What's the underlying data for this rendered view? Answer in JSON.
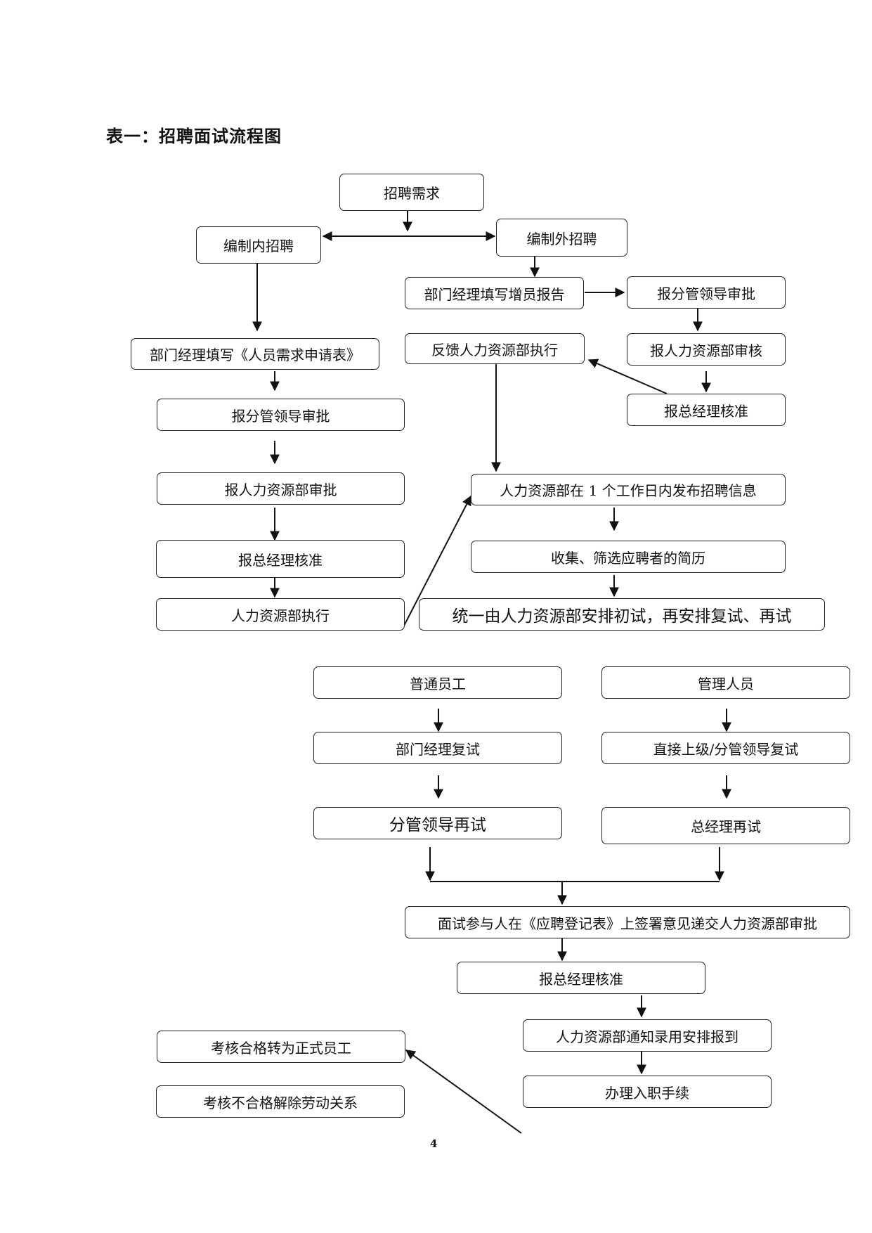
{
  "title": "表一：招聘面试流程图",
  "nodes": {
    "demand": "招聘需求",
    "internal": "编制内招聘",
    "external": "编制外招聘",
    "ext_report": "部门经理填写增员报告",
    "ext_leader": "报分管领导审批",
    "ext_hr": "报人力资源部审核",
    "ext_gm": "报总经理核准",
    "ext_feedback": "反馈人力资源部执行",
    "int_form": "部门经理填写《人员需求申请表》",
    "int_leader": "报分管领导审批",
    "int_hr": "报人力资源部审批",
    "int_gm": "报总经理核准",
    "int_exec": "人力资源部执行",
    "publish": "人力资源部在 1 个工作日内发布招聘信息",
    "collect": "收集、筛选应聘者的简历",
    "first_interview": "统一由人力资源部安排初试，再安排复试、再试",
    "staff": "普通员工",
    "manager": "管理人员",
    "staff_second": "部门经理复试",
    "manager_second": "直接上级/分管领导复试",
    "staff_third": "分管领导再试",
    "manager_third": "总经理再试",
    "sign": "面试参与人在《应聘登记表》上签署意见递交人力资源部审批",
    "final_gm": "报总经理核准",
    "notify": "人力资源部通知录用安排报到",
    "onboard": "办理入职手续",
    "pass": "考核合格转为正式员工",
    "fail": "考核不合格解除劳动关系"
  },
  "page_number": "4"
}
